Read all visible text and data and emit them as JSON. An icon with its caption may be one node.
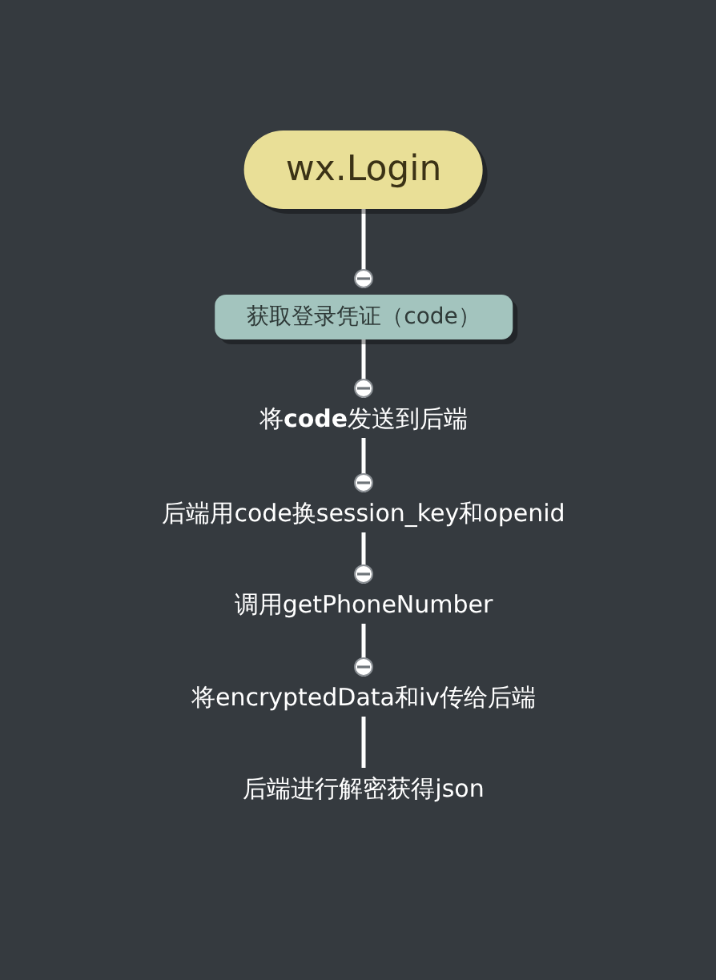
{
  "diagram": {
    "nodes": [
      {
        "text": [
          "wx.Login"
        ]
      },
      {
        "text": [
          "获取登录凭证（code）"
        ]
      },
      {
        "text": [
          "将**code**发送到后端"
        ]
      },
      {
        "text": [
          "后端用code换session_key和openid"
        ]
      },
      {
        "text": [
          "调用getPhoneNumber"
        ]
      },
      {
        "text": [
          "将encryptedData和iv传给后端"
        ]
      },
      {
        "text": [
          "后端进行解密获得json"
        ]
      }
    ],
    "edges": [
      {
        "from": 0,
        "to": 1,
        "arrow": "other"
      },
      {
        "from": 1,
        "to": 2,
        "arrow": "other"
      },
      {
        "from": 2,
        "to": 3,
        "arrow": "other"
      },
      {
        "from": 3,
        "to": 4,
        "arrow": "other"
      },
      {
        "from": 4,
        "to": 5,
        "arrow": "other"
      },
      {
        "from": 5,
        "to": 6,
        "arrow": "none"
      }
    ]
  }
}
